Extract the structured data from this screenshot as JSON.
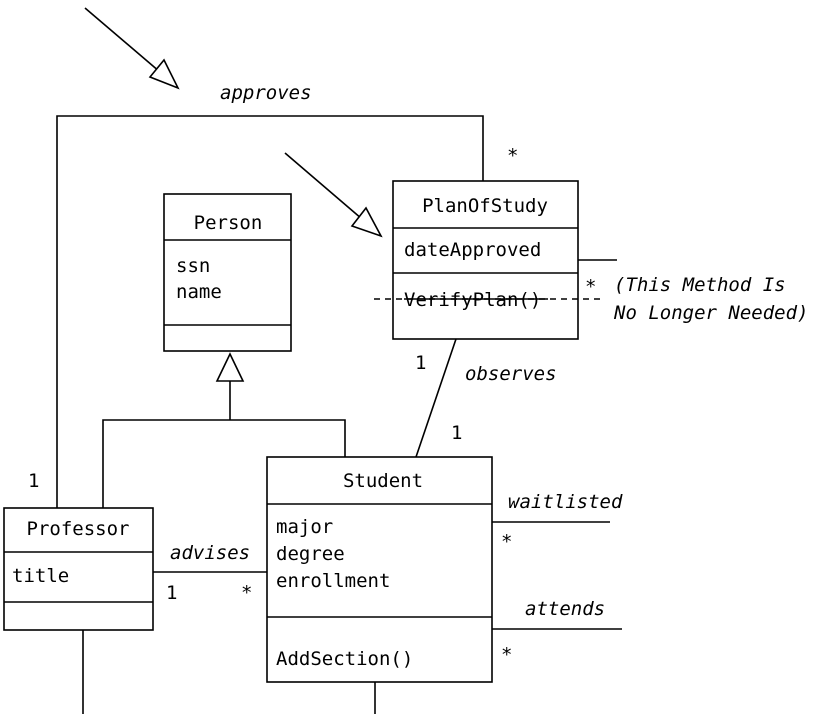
{
  "classes": {
    "person": {
      "name": "Person",
      "attributes": [
        "ssn",
        "name"
      ],
      "methods": []
    },
    "plan_of_study": {
      "name": "PlanOfStudy",
      "attributes": [
        "dateApproved"
      ],
      "methods": [
        "VerifyPlan()"
      ]
    },
    "professor": {
      "name": "Professor",
      "attributes": [
        "title"
      ],
      "methods": []
    },
    "student": {
      "name": "Student",
      "attributes": [
        "major",
        "degree",
        "enrollment"
      ],
      "methods": [
        "AddSection()"
      ]
    }
  },
  "associations": {
    "approves": {
      "label": "approves",
      "mult_professor": "1",
      "mult_plan": "*"
    },
    "observes": {
      "label": "observes",
      "mult_plan": "1",
      "mult_student": "1"
    },
    "advises": {
      "label": "advises",
      "mult_professor": "1",
      "mult_student": "*"
    },
    "waitlisted": {
      "label": "waitlisted",
      "mult": "*"
    },
    "attends": {
      "label": "attends",
      "mult": "*"
    },
    "plan_method_mult": "*"
  },
  "note": {
    "line1": "(This Method Is",
    "line2": "No Longer Needed)"
  }
}
